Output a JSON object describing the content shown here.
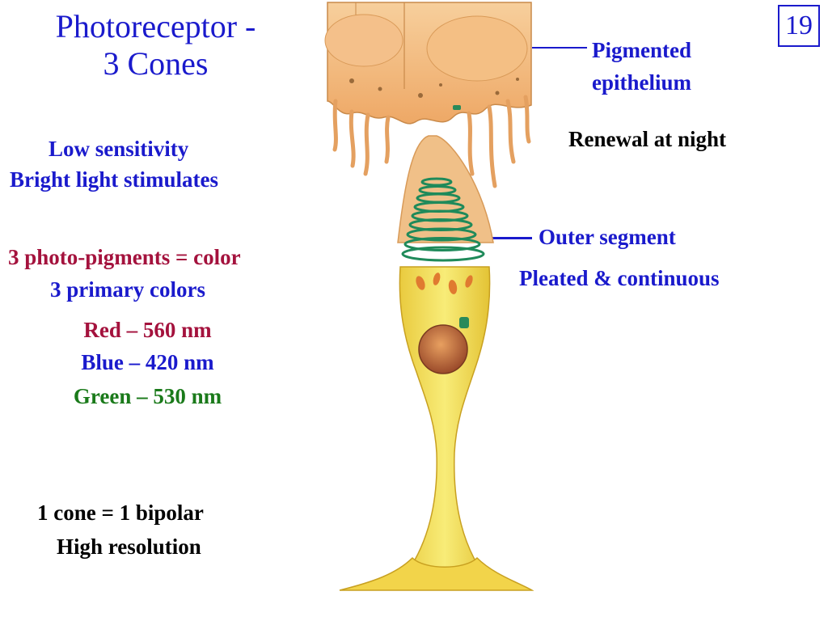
{
  "slide": {
    "title_line1": "Photoreceptor -",
    "title_line2": "3 Cones",
    "number": "19"
  },
  "left": {
    "sensitivity": "Low sensitivity",
    "stimulus": "Bright light stimulates",
    "pigments": "3 photo-pigments = color",
    "primary": "3 primary colors",
    "red": "Red – 560 nm",
    "blue": "Blue – 420 nm",
    "green": "Green – 530 nm",
    "bipolar": "1 cone = 1 bipolar",
    "resolution": "High resolution"
  },
  "right": {
    "epithelium_line1": "Pigmented",
    "epithelium_line2": "epithelium",
    "renewal": "Renewal at night",
    "outer_segment": "Outer segment",
    "pleated": "Pleated & continuous"
  },
  "colors": {
    "title": "#1a1acc",
    "red_label": "#a4123d",
    "green_label": "#1a7a1a",
    "epithelium": "#f2b679",
    "cone_body": "#f2e04a",
    "outer_segment_coil": "#1f8a5a"
  }
}
